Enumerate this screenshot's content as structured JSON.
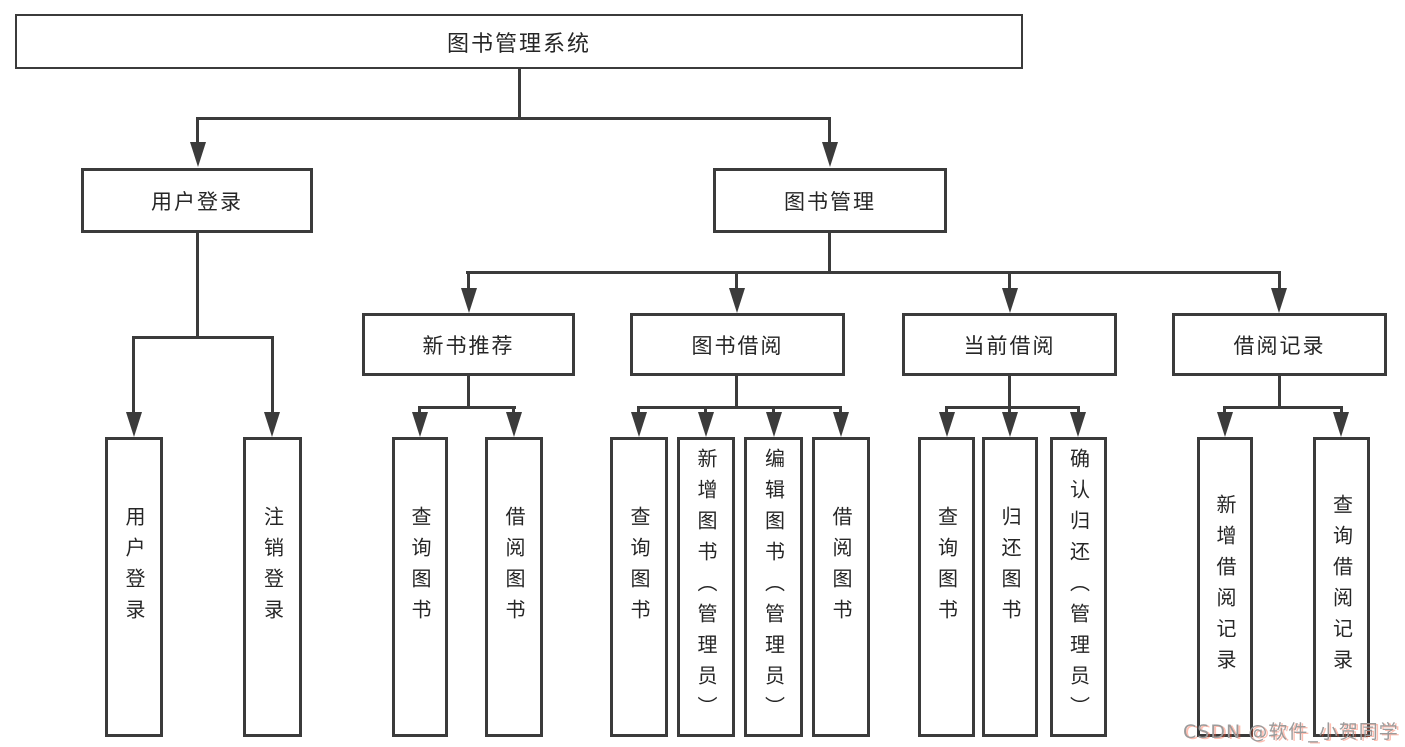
{
  "diagram": {
    "root": {
      "label": "图书管理系统"
    },
    "level2": [
      {
        "label": "用户登录"
      },
      {
        "label": "图书管理"
      }
    ],
    "level3": [
      {
        "label": "新书推荐"
      },
      {
        "label": "图书借阅"
      },
      {
        "label": "当前借阅"
      },
      {
        "label": "借阅记录"
      }
    ],
    "leaves": {
      "user_login": [
        {
          "label": "用户登录"
        },
        {
          "label": "注销登录"
        }
      ],
      "new_book_recommend": [
        {
          "label": "查询图书"
        },
        {
          "label": "借阅图书"
        }
      ],
      "book_borrow": [
        {
          "label": "查询图书"
        },
        {
          "label": "新增图书（管理员）"
        },
        {
          "label": "编辑图书（管理员）"
        },
        {
          "label": "借阅图书"
        }
      ],
      "current_borrow": [
        {
          "label": "查询图书"
        },
        {
          "label": "归还图书"
        },
        {
          "label": "确认归还（管理员）"
        }
      ],
      "borrow_record": [
        {
          "label": "新增借阅记录"
        },
        {
          "label": "查询借阅记录"
        }
      ]
    },
    "watermark": "CSDN @软件_小贺同学",
    "colors": {
      "line": "#3b3b3b",
      "text": "#262626",
      "watermark_gray": "#9b9b9b",
      "watermark_red": "#fc5531",
      "background": "#ffffff"
    }
  }
}
